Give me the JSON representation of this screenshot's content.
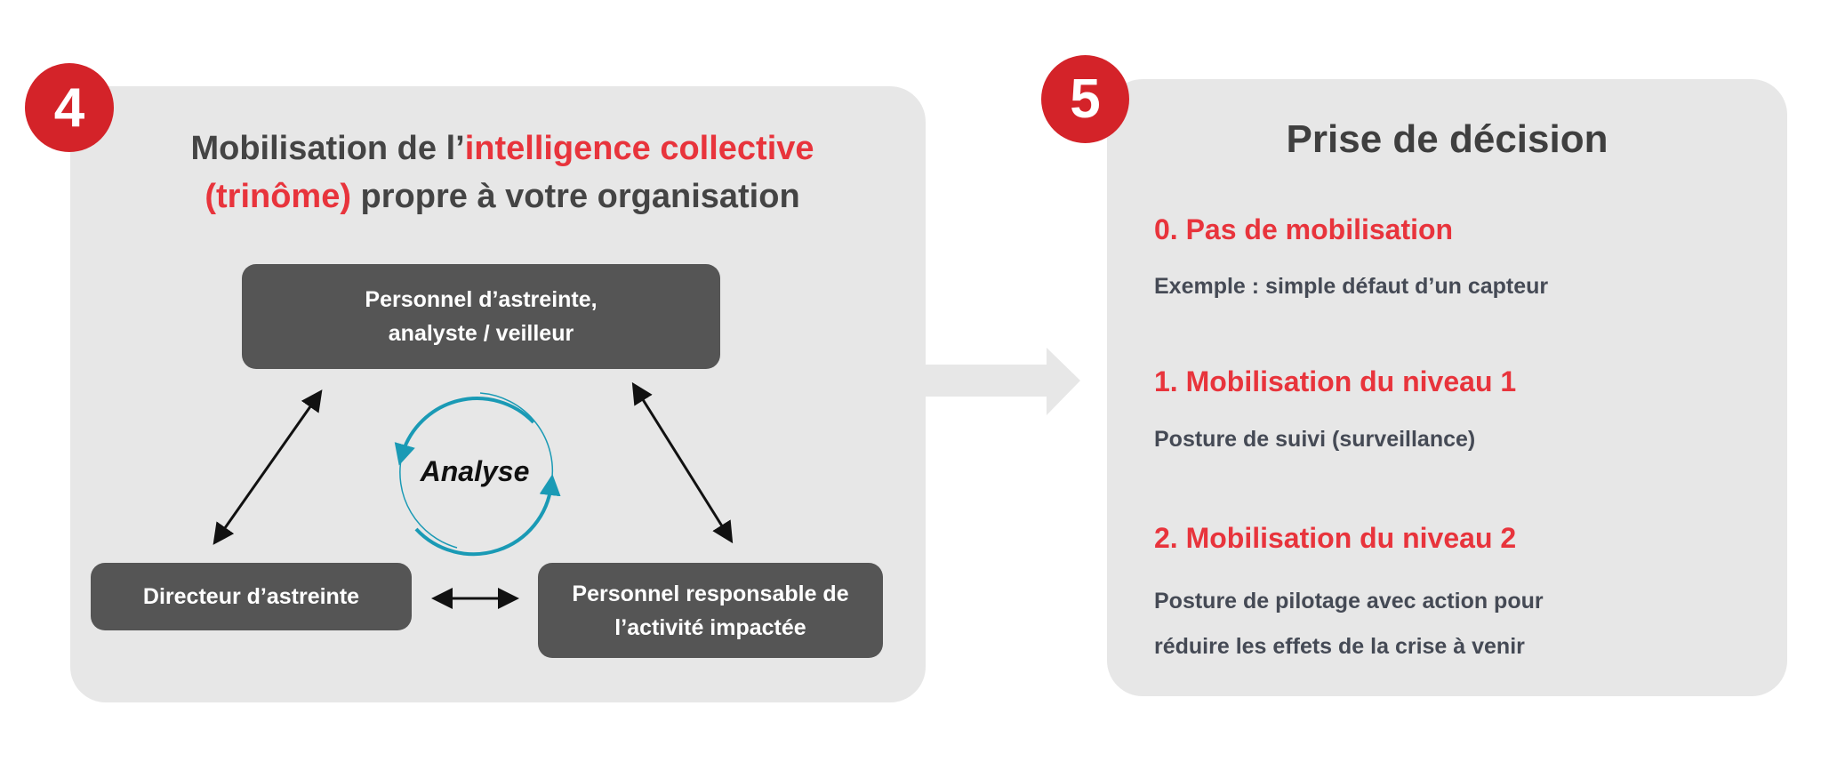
{
  "step4": {
    "badge": "4",
    "title_part1": "Mobilisation de l’",
    "title_highlight1": "intelligence collective",
    "title_highlight2": "(trinôme)",
    "title_part2": " propre à votre organisation",
    "box_top_line1": "Personnel d’astreinte,",
    "box_top_line2": "analyste / veilleur",
    "box_left": "Directeur d’astreinte",
    "box_right_line1": "Personnel responsable de",
    "box_right_line2": "l’activité impactée",
    "cycle_label": "Analyse"
  },
  "step5": {
    "badge": "5",
    "title": "Prise de décision",
    "items": [
      {
        "heading": "0. Pas de mobilisation",
        "text": [
          "Exemple : simple défaut d’un capteur"
        ]
      },
      {
        "heading": "1. Mobilisation du niveau 1",
        "text": [
          "Posture de suivi (surveillance)"
        ]
      },
      {
        "heading": "2. Mobilisation du niveau 2",
        "text": [
          "Posture de pilotage avec action pour",
          "réduire les effets de la crise à venir"
        ]
      }
    ]
  },
  "colors": {
    "accent_red": "#e8343c",
    "badge_red": "#d42329",
    "teal": "#1a9ab5",
    "box": "#555555",
    "panel": "#e7e7e7"
  }
}
